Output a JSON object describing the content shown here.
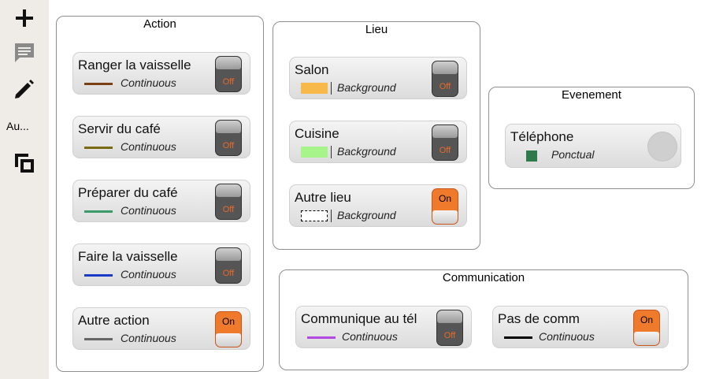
{
  "sidebar": {
    "items": [
      {
        "icon": "plus-icon"
      },
      {
        "icon": "comment-icon"
      },
      {
        "icon": "pencil-icon"
      },
      {
        "label": "Au..."
      },
      {
        "icon": "layers-icon"
      }
    ]
  },
  "groups": {
    "action": {
      "title": "Action",
      "items": [
        {
          "name": "Ranger la vaisselle",
          "type": "Continuous",
          "color": "#7a3f12",
          "state": "Off"
        },
        {
          "name": "Servir du café",
          "type": "Continuous",
          "color": "#7a6a12",
          "state": "Off"
        },
        {
          "name": "Préparer du café",
          "type": "Continuous",
          "color": "#3a9a6a",
          "state": "Off"
        },
        {
          "name": "Faire la vaisselle",
          "type": "Continuous",
          "color": "#1a3ac8",
          "state": "Off"
        },
        {
          "name": "Autre action",
          "type": "Continuous",
          "color": "#666666",
          "state": "On"
        }
      ]
    },
    "lieu": {
      "title": "Lieu",
      "items": [
        {
          "name": "Salon",
          "type": "Background",
          "color": "#f6b94a",
          "state": "Off"
        },
        {
          "name": "Cuisine",
          "type": "Background",
          "color": "#a7f58a",
          "state": "Off"
        },
        {
          "name": "Autre lieu",
          "type": "Background",
          "color": "#ffffff",
          "state": "On"
        }
      ]
    },
    "evenement": {
      "title": "Evenement",
      "items": [
        {
          "name": "Téléphone",
          "type": "Ponctual",
          "color": "#2f7a4a"
        }
      ]
    },
    "communication": {
      "title": "Communication",
      "items": [
        {
          "name": "Communique au tél",
          "type": "Continuous",
          "color": "#b04ae0",
          "state": "Off"
        },
        {
          "name": "Pas de comm",
          "type": "Continuous",
          "color": "#000000",
          "state": "On"
        }
      ]
    }
  }
}
